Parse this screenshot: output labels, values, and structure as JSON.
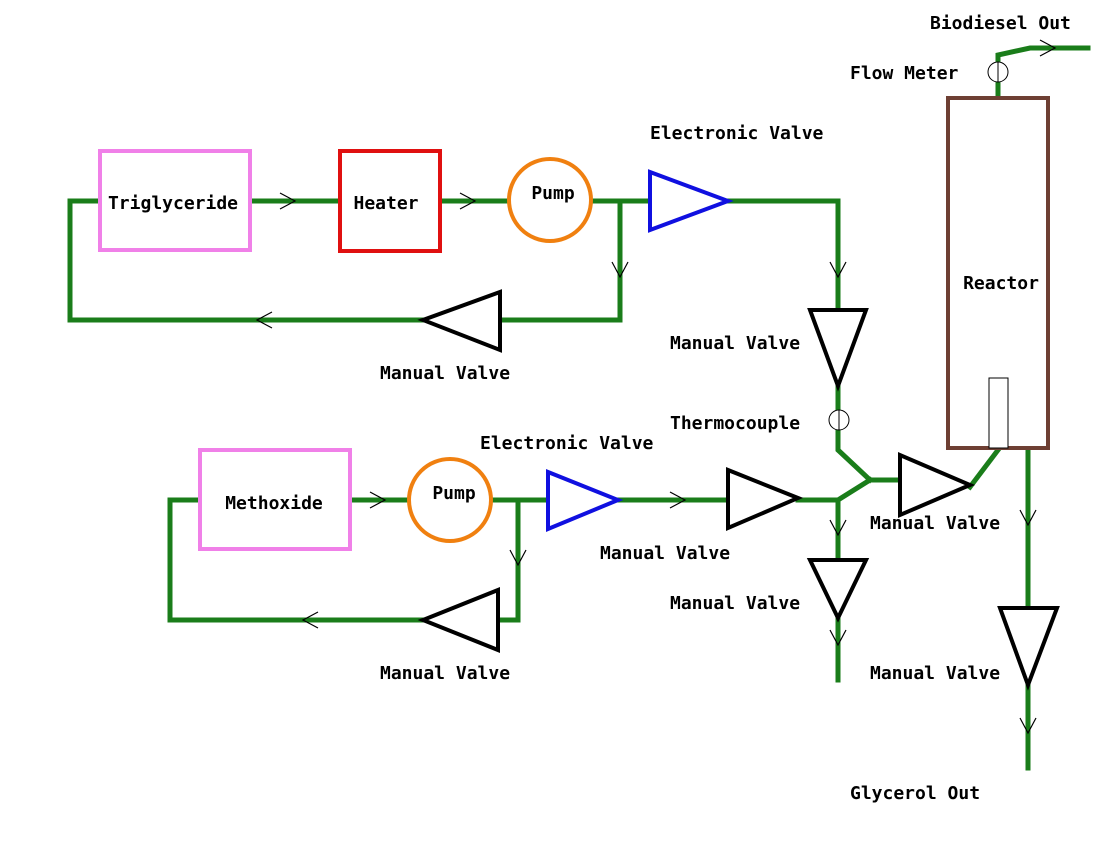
{
  "colors": {
    "pipe": "#1a7d1a",
    "chevron": "#000000",
    "manual_valve": "#000000",
    "electronic_valve": "#1010e0",
    "triglyceride_tank": "#f080e8",
    "methoxide_tank": "#f080e8",
    "heater": "#e01010",
    "pump": "#f08010",
    "reactor": "#6e3f33",
    "text": "#000000"
  },
  "components": {
    "triglyceride": "Triglyceride",
    "heater": "Heater",
    "pump_top": "Pump",
    "methoxide": "Methoxide",
    "pump_bottom": "Pump",
    "reactor": "Reactor"
  },
  "labels": {
    "biodiesel_out": "Biodiesel Out",
    "flow_meter": "Flow Meter",
    "electronic_valve_top": "Electronic Valve",
    "manual_valve_top_return": "Manual Valve",
    "manual_valve_top_feed": "Manual Valve",
    "thermocouple": "Thermocouple",
    "electronic_valve_bottom": "Electronic Valve",
    "manual_valve_bottom_feed": "Manual Valve",
    "manual_valve_mix": "Manual Valve",
    "manual_valve_drain": "Manual Valve",
    "manual_valve_bottom_return": "Manual Valve",
    "manual_valve_glycerol": "Manual Valve",
    "glycerol_out": "Glycerol Out"
  }
}
